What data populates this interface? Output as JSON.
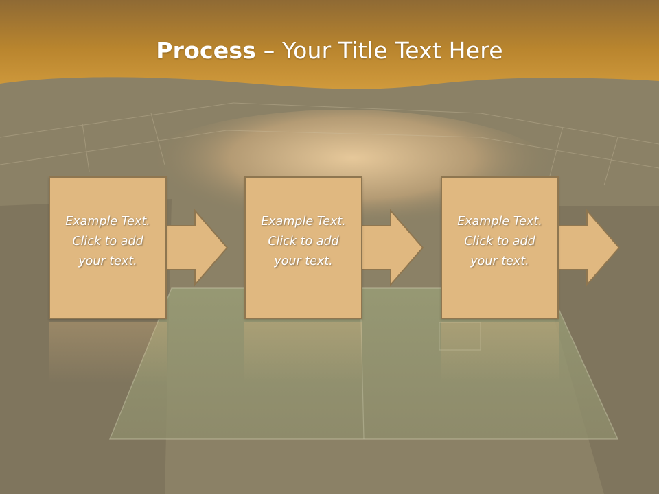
{
  "slide": {
    "title_bold": "Process",
    "title_rest": " – Your Title Text Here"
  },
  "steps": [
    {
      "text": "Example Text.\nClick  to add\nyour text."
    },
    {
      "text": "Example Text.\nClick  to add\nyour text."
    },
    {
      "text": "Example Text.\nClick  to add\nyour text."
    }
  ],
  "colors": {
    "header": "#b9852e",
    "box_fill": "#e0b880",
    "box_border": "#8e7650",
    "background": "#8a7f63"
  }
}
